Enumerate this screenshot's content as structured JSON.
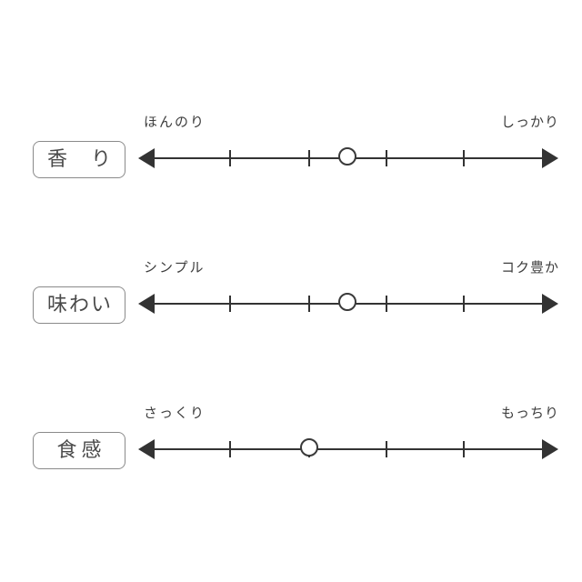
{
  "colors": {
    "bg": "#ffffff",
    "axis": "#333333",
    "endlabel": "#3d3d3d",
    "boxborder": "#8a8a8a",
    "boxtext": "#4a4a4a",
    "markerfill": "#ffffff",
    "markerstroke": "#3a3a3a"
  },
  "chart_data": {
    "type": "slider-scale",
    "title": "",
    "description": "Three horizontal double-arrow attribute scales with tick marks and a circular marker showing the rated position",
    "tick_count": 4,
    "rows": [
      {
        "category": "香り",
        "left_label": "ほんのり",
        "right_label": "しっかり",
        "value_fraction": 0.498,
        "tick_fractions": [
          0.219,
          0.407,
          0.591,
          0.775
        ]
      },
      {
        "category": "味わい",
        "left_label": "シンプル",
        "right_label": "コク豊か",
        "value_fraction": 0.498,
        "tick_fractions": [
          0.219,
          0.407,
          0.591,
          0.775
        ]
      },
      {
        "category": "食感",
        "left_label": "さっくり",
        "right_label": "もっちり",
        "value_fraction": 0.407,
        "tick_fractions": [
          0.219,
          0.407,
          0.591,
          0.775
        ]
      }
    ]
  }
}
